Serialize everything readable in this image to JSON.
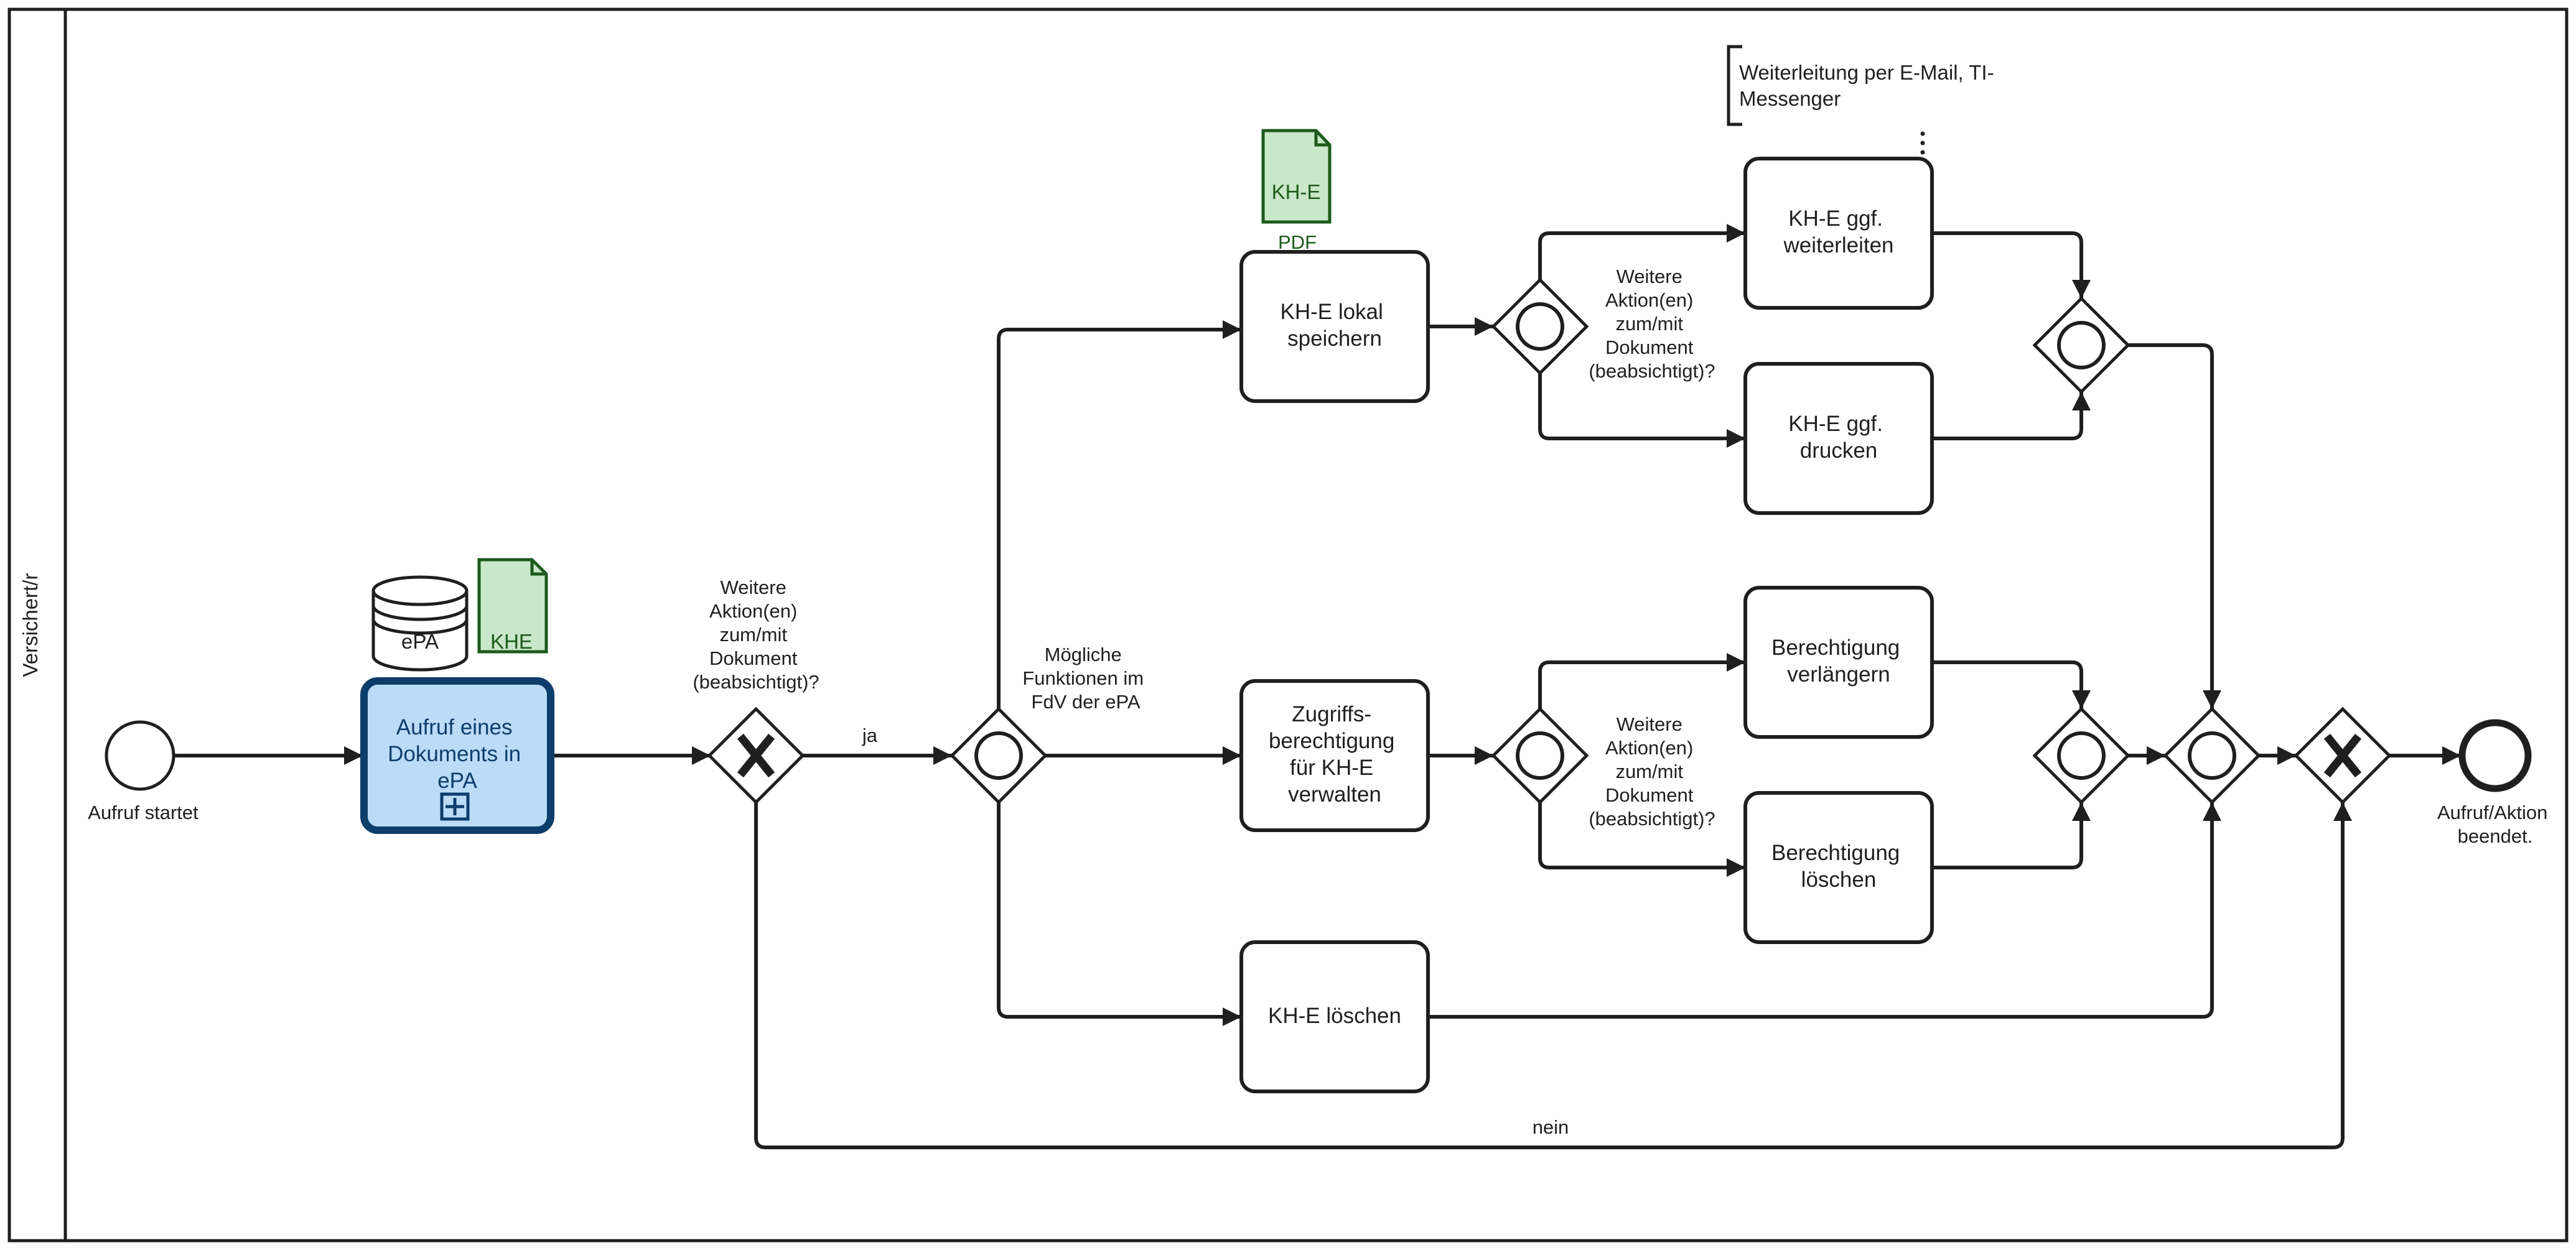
{
  "pool": {
    "lane_label": "Versichert/r"
  },
  "events": {
    "start": "Aufruf startet",
    "end_line1": "Aufruf/Aktion",
    "end_line2": "beendet."
  },
  "subprocess": {
    "line1": "Aufruf eines",
    "line2": "Dokuments in",
    "line3": "ePA",
    "color_fill": "#bbdcf8",
    "color_border": "#0d3d6a"
  },
  "data_objects": {
    "epa_store": "ePA",
    "khe_doc": "KHE",
    "khe_pdf_doc": "KH-E",
    "khe_pdf_sub": "PDF",
    "doc_fill": "#c9e7c9",
    "doc_border": "#1d5a1d"
  },
  "gateways": {
    "question_lines": [
      "Weitere",
      "Aktion(en)",
      "zum/mit",
      "Dokument",
      "(beabsichtigt)?"
    ],
    "functions_lines": [
      "Mögliche",
      "Funktionen im",
      "FdV der ePA"
    ]
  },
  "flows": {
    "yes": "ja",
    "no": "nein"
  },
  "tasks": {
    "store_local": [
      "KH-E lokal",
      "speichern"
    ],
    "manage_access": [
      "Zugriffs-",
      "berechtigung",
      "für KH-E",
      "verwalten"
    ],
    "delete_khe": [
      "KH-E löschen"
    ],
    "forward": [
      "KH-E ggf.",
      "weiterleiten"
    ],
    "print": [
      "KH-E ggf.",
      "drucken"
    ],
    "extend": [
      "Berechtigung",
      "verlängern"
    ],
    "revoke": [
      "Berechtigung",
      "löschen"
    ]
  },
  "annotation": {
    "line1": "Weiterleitung per E-Mail, TI-",
    "line2": "Messenger"
  }
}
